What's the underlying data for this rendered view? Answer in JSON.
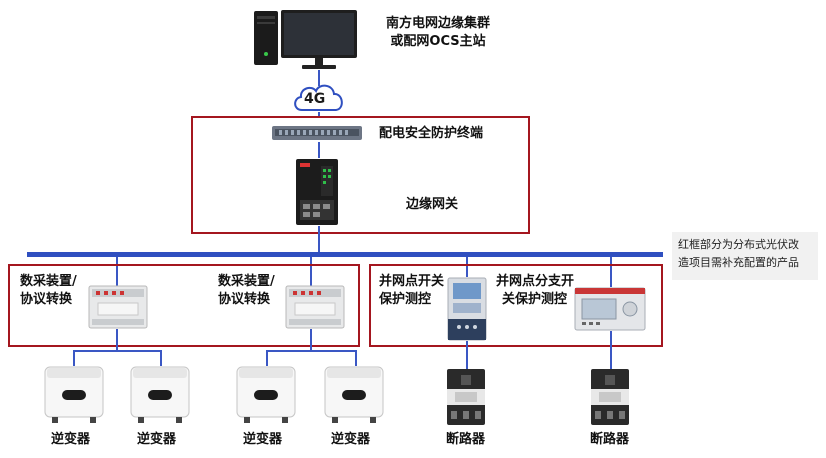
{
  "master_station": {
    "line1": "南方电网边缘集群",
    "line2": "或配网OCS主站"
  },
  "network": {
    "label": "4G"
  },
  "security_terminal": {
    "label": "配电安全防护终端"
  },
  "edge_gateway": {
    "label": "边缘网关"
  },
  "note": {
    "line1": "红框部分为分布式光伏改",
    "line2": "造项目需补充配置的产品"
  },
  "acq_device_1": {
    "line1": "数采装置/",
    "line2": "协议转换"
  },
  "acq_device_2": {
    "line1": "数采装置/",
    "line2": "协议转换"
  },
  "grid_point_switch": {
    "line1": "并网点开关",
    "line2": "保护测控"
  },
  "grid_branch_switch": {
    "line1": "并网点分支开",
    "line2": "关保护测控"
  },
  "inverters": [
    "逆变器",
    "逆变器",
    "逆变器",
    "逆变器"
  ],
  "breakers": [
    "断路器",
    "断路器"
  ],
  "colors": {
    "bus": "#2f4fc0",
    "box_border": "#a4161f",
    "note_bg": "#f1f1f1"
  }
}
